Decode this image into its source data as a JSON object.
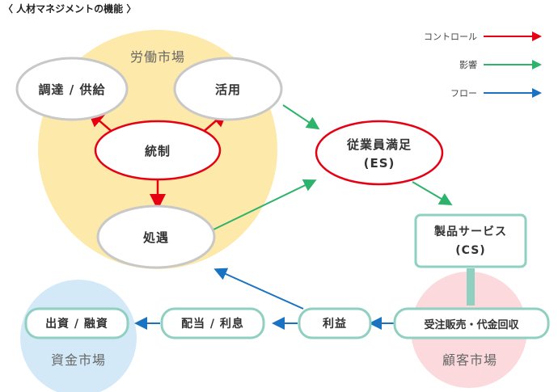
{
  "title": "〈 人材マネジメントの機能 〉",
  "legend": [
    {
      "label": "コントロール",
      "color": "#e60012"
    },
    {
      "label": "影響",
      "color": "#2db36b"
    },
    {
      "label": "フロー",
      "color": "#1a73c1"
    }
  ],
  "markets": {
    "labor": "労働市場",
    "capital": "資金市場",
    "customer": "顧客市場"
  },
  "nodes": {
    "procurement": "調達 / 供給",
    "utilization": "活用",
    "control": "統制",
    "treatment": "処遇",
    "es_line1": "従業員満足",
    "es_line2": "(ES)",
    "cs_line1": "製品サービス",
    "cs_line2": "(CS)",
    "sales": "受注販売・代金回収",
    "profit": "利益",
    "distribution": "配当 / 利息",
    "funding": "出資 / 融資"
  },
  "colors": {
    "labor_bg": "#fde9a9",
    "capital_bg": "#d3e9f8",
    "customer_bg": "#fbd9dc",
    "control": "#e60012",
    "influence": "#2db36b",
    "flow": "#1a73c1",
    "node_border_gray": "#c8c8c8",
    "node_border_teal": "#8fd0c0"
  }
}
